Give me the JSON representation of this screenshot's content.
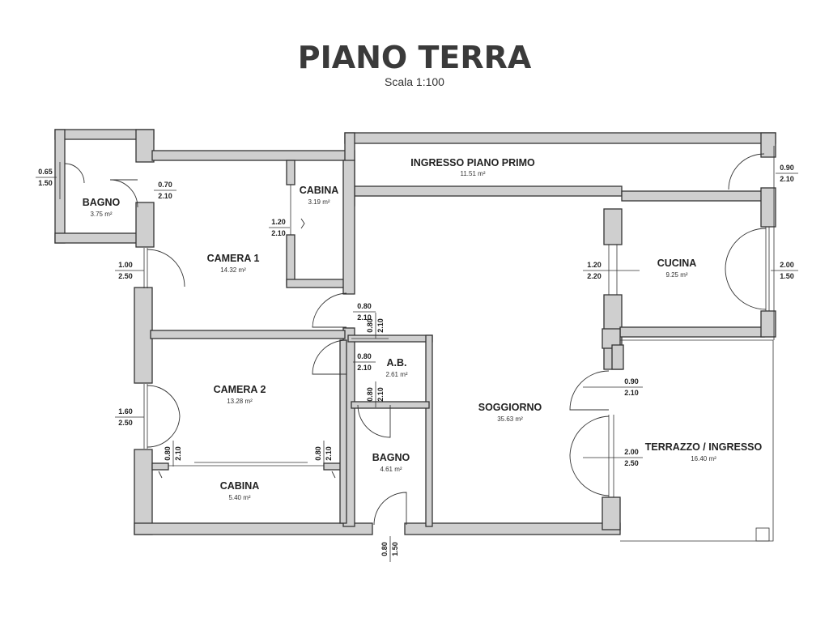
{
  "title": "PIANO TERRA",
  "scale": "Scala 1:100",
  "rooms": {
    "bagno1": {
      "name": "BAGNO",
      "area": "3.75 m²"
    },
    "cabina1": {
      "name": "CABINA",
      "area": "3.19 m²"
    },
    "ingresso": {
      "name": "INGRESSO PIANO PRIMO",
      "area": "11.51 m²"
    },
    "camera1": {
      "name": "CAMERA 1",
      "area": "14.32 m²"
    },
    "cucina": {
      "name": "CUCINA",
      "area": "9.25 m²"
    },
    "ab": {
      "name": "A.B.",
      "area": "2.61 m²"
    },
    "camera2": {
      "name": "CAMERA 2",
      "area": "13.28 m²"
    },
    "soggiorno": {
      "name": "SOGGIORNO",
      "area": "35.63 m²"
    },
    "terrazzo": {
      "name": "TERRAZZO / INGRESSO",
      "area": "16.40 m²"
    },
    "bagno2": {
      "name": "BAGNO",
      "area": "4.61 m²"
    },
    "cabina2": {
      "name": "CABINA",
      "area": "5.40 m²"
    }
  },
  "openings": {
    "bagno1_win": {
      "w": "0.65",
      "h": "1.50"
    },
    "bagno1_door": {
      "w": "0.70",
      "h": "2.10"
    },
    "cabina1_door": {
      "w": "1.20",
      "h": "2.10"
    },
    "camera1_win": {
      "w": "1.00",
      "h": "2.50"
    },
    "camera1_door": {
      "w": "0.80",
      "h": "2.10"
    },
    "ab_door_top": {
      "w": "0.80",
      "h": "2.10"
    },
    "camera2_door": {
      "w": "0.80",
      "h": "2.10"
    },
    "ab_door_bottom": {
      "w": "0.80",
      "h": "2.10"
    },
    "camera2_win": {
      "w": "1.60",
      "h": "2.50"
    },
    "cabina2_door_left": {
      "w": "0.80",
      "h": "2.10"
    },
    "cabina2_door_right": {
      "w": "0.80",
      "h": "2.10"
    },
    "bagno2_win": {
      "w": "0.80",
      "h": "1.50"
    },
    "ingresso_door": {
      "w": "0.90",
      "h": "2.10"
    },
    "cucina_passage": {
      "w": "1.20",
      "h": "2.20"
    },
    "cucina_win": {
      "w": "2.00",
      "h": "1.50"
    },
    "soggiorno_door": {
      "w": "0.90",
      "h": "2.10"
    },
    "terrazzo_door": {
      "w": "2.00",
      "h": "2.50"
    }
  }
}
